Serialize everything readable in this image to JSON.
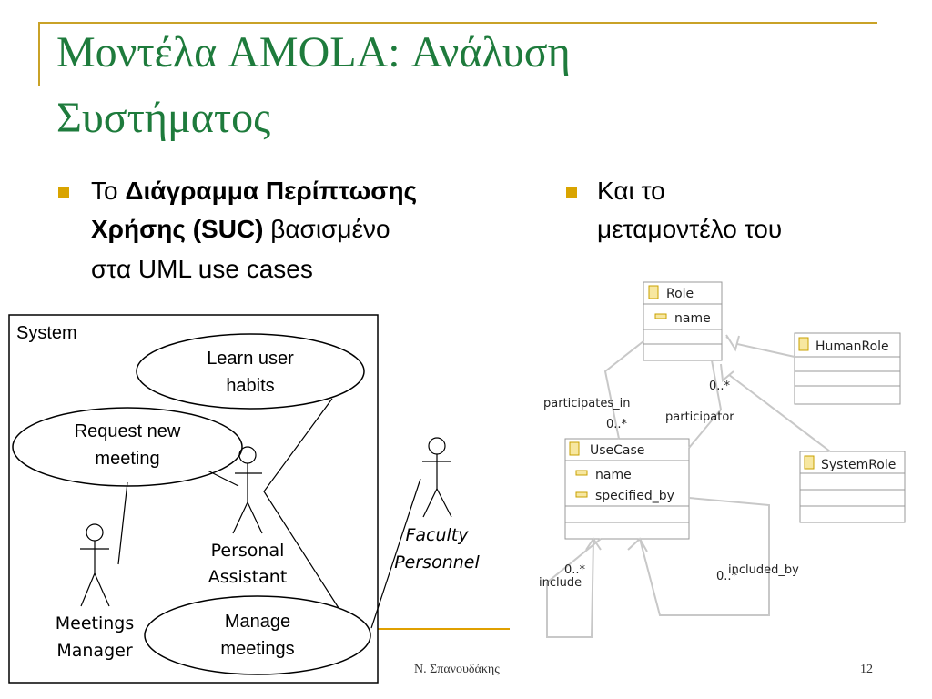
{
  "slide": {
    "title_line1": "Μοντέλα AMOLA: Ανάλυση",
    "title_line2": "Συστήματος",
    "footer_author": "Ν. Σπανουδάκης",
    "page_number": "12"
  },
  "bullets": {
    "left": {
      "prefix": "Το ",
      "bold1": "Διάγραμμα Περίπτωσης",
      "bold2": "Χρήσης (SUC)",
      "suffix2": " βασισμένο",
      "line3": "στα UML use cases"
    },
    "right": {
      "line1": "Και το",
      "line2": "μεταμοντέλο του"
    }
  },
  "use_case_diagram": {
    "system_label": "System",
    "use_cases": {
      "learn_line1": "Learn user",
      "learn_line2": "habits",
      "request_line1": "Request new",
      "request_line2": "meeting",
      "manage_line1": "Manage",
      "manage_line2": "meetings"
    },
    "actors": {
      "personal_line1": "Personal",
      "personal_line2": "Assistant",
      "meetings_line1": "Meetings",
      "meetings_line2": "Manager",
      "faculty_line1": "Faculty",
      "faculty_line2": "Personnel"
    }
  },
  "metamodel": {
    "role": {
      "name": "Role",
      "attr": "name"
    },
    "human_role": {
      "name": "HumanRole"
    },
    "system_role": {
      "name": "SystemRole"
    },
    "use_case": {
      "name": "UseCase",
      "attr1": "name",
      "attr2": "specified_by"
    },
    "labels": {
      "participates_in": "participates_in",
      "participator": "participator",
      "mult_role": "0..*",
      "mult_usecase": "0..*",
      "mult_include": "0..*",
      "include": "include",
      "mult_included_by": "0..*",
      "included_by": "included_by"
    },
    "colors": {
      "line": "#c8c8c8",
      "box_border": "#999999",
      "class_icon": "#c8a000"
    }
  }
}
